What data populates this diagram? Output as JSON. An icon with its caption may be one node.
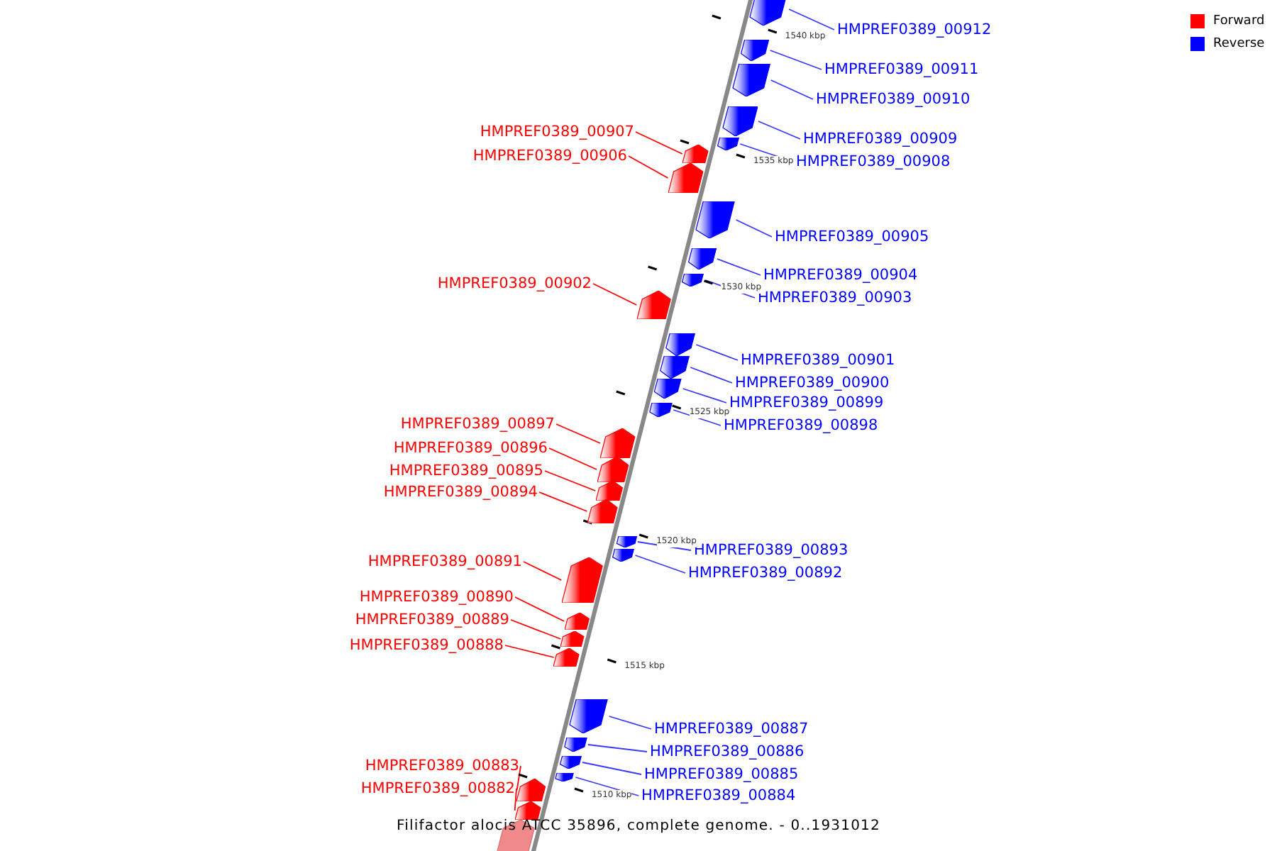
{
  "diagram": {
    "caption": "Filifactor alocis ATCC 35896, complete genome. - 0..1931012",
    "nodes": [
      {
        "text": [
          "HMPREF0389_00912"
        ]
      },
      {
        "text": [],
        "shape": "pentagon"
      },
      {
        "text": [
          "HMPREF0389_00911"
        ]
      },
      {
        "text": [],
        "shape": "pentagon"
      },
      {
        "text": [
          "HMPREF0389_00910"
        ]
      },
      {
        "text": [],
        "shape": "pentagon"
      },
      {
        "text": [
          "HMPREF0389_00907"
        ]
      },
      {
        "text": [],
        "shape": "pentagon"
      },
      {
        "text": [
          "HMPREF0389_00909"
        ]
      },
      {
        "text": [],
        "shape": "pentagon"
      },
      {
        "text": [
          "HMPREF0389_00906"
        ]
      },
      {
        "text": [],
        "shape": "pentagon"
      },
      {
        "text": [
          "HMPREF0389_00908"
        ]
      },
      {
        "text": [],
        "shape": "pentagon"
      },
      {
        "text": [
          "HMPREF0389_00905"
        ]
      },
      {
        "text": [],
        "shape": "pentagon"
      },
      {
        "text": [
          "HMPREF0389_00904"
        ]
      },
      {
        "text": [],
        "shape": "pentagon"
      },
      {
        "text": [
          "HMPREF0389_00902"
        ]
      },
      {
        "text": [],
        "shape": "pentagon"
      },
      {
        "text": [
          "HMPREF0389_00903"
        ]
      },
      {
        "text": [],
        "shape": "pentagon"
      },
      {
        "text": [
          "HMPREF0389_00901"
        ]
      },
      {
        "text": [],
        "shape": "pentagon"
      },
      {
        "text": [
          "HMPREF0389_00900"
        ]
      },
      {
        "text": [],
        "shape": "pentagon"
      },
      {
        "text": [
          "HMPREF0389_00899"
        ]
      },
      {
        "text": [],
        "shape": "pentagon"
      },
      {
        "text": [
          "HMPREF0389_00897"
        ]
      },
      {
        "text": [],
        "shape": "pentagon"
      },
      {
        "text": [
          "HMPREF0389_00898"
        ]
      },
      {
        "text": [],
        "shape": "pentagon"
      },
      {
        "text": [
          "HMPREF0389_00896"
        ]
      },
      {
        "text": [],
        "shape": "pentagon"
      },
      {
        "text": [
          "HMPREF0389_00895"
        ]
      },
      {
        "text": [],
        "shape": "pentagon"
      },
      {
        "text": [
          "HMPREF0389_00894"
        ]
      },
      {
        "text": [],
        "shape": "pentagon"
      },
      {
        "text": [
          "HMPREF0389_00893"
        ]
      },
      {
        "text": [],
        "shape": "pentagon"
      },
      {
        "text": [
          "HMPREF0389_00891"
        ]
      },
      {
        "text": [],
        "shape": "pentagon"
      },
      {
        "text": [
          "HMPREF0389_00892"
        ]
      },
      {
        "text": [],
        "shape": "pentagon"
      },
      {
        "text": [
          "HMPREF0389_00890"
        ]
      },
      {
        "text": [],
        "shape": "pentagon"
      },
      {
        "text": [
          "HMPREF0389_00889"
        ]
      },
      {
        "text": [],
        "shape": "pentagon"
      },
      {
        "text": [
          "HMPREF0389_00888"
        ]
      },
      {
        "text": [],
        "shape": "pentagon"
      },
      {
        "text": [
          "HMPREF0389_00887"
        ]
      },
      {
        "text": [],
        "shape": "pentagon"
      },
      {
        "text": [
          "HMPREF0389_00886"
        ]
      },
      {
        "text": [],
        "shape": "pentagon"
      },
      {
        "text": [
          "HMPREF0389_00883"
        ]
      },
      {
        "text": [],
        "shape": "pentagon"
      },
      {
        "text": [
          "HMPREF0389_00885"
        ]
      },
      {
        "text": [],
        "shape": "pentagon"
      },
      {
        "text": [
          "HMPREF0389_00882"
        ]
      },
      {
        "text": [],
        "shape": "pentagon"
      },
      {
        "text": [
          "HMPREF0389_00884"
        ]
      },
      {
        "text": [],
        "shape": "pentagon"
      },
      {
        "text": [],
        "shape": "pentagon"
      }
    ],
    "edges": [
      {
        "from": 0,
        "to": 1,
        "arrow": "none"
      },
      {
        "from": 2,
        "to": 3,
        "arrow": "none"
      },
      {
        "from": 4,
        "to": 5,
        "arrow": "none"
      },
      {
        "from": 6,
        "to": 7,
        "arrow": "none",
        "color": "#ff0000"
      },
      {
        "from": 8,
        "to": 9,
        "arrow": "none"
      },
      {
        "from": 10,
        "to": 11,
        "arrow": "none",
        "color": "#ff0000"
      },
      {
        "from": 12,
        "to": 13,
        "arrow": "none"
      },
      {
        "from": 14,
        "to": 15,
        "arrow": "none"
      },
      {
        "from": 16,
        "to": 17,
        "arrow": "none"
      },
      {
        "from": 18,
        "to": 19,
        "arrow": "none",
        "color": "#ff0000"
      },
      {
        "from": 20,
        "to": 21,
        "arrow": "none"
      },
      {
        "from": 22,
        "to": 23,
        "arrow": "none"
      },
      {
        "from": 24,
        "to": 25,
        "arrow": "none"
      },
      {
        "from": 26,
        "to": 27,
        "arrow": "none"
      },
      {
        "from": 28,
        "to": 29,
        "arrow": "none",
        "color": "#ff0000"
      },
      {
        "from": 30,
        "to": 31,
        "arrow": "none"
      },
      {
        "from": 32,
        "to": 33,
        "arrow": "none",
        "color": "#ff0000"
      },
      {
        "from": 34,
        "to": 35,
        "arrow": "none",
        "color": "#ff0000"
      },
      {
        "from": 36,
        "to": 37,
        "arrow": "none",
        "color": "#ff0000"
      },
      {
        "from": 38,
        "to": 39,
        "arrow": "none"
      },
      {
        "from": 40,
        "to": 41,
        "arrow": "none",
        "color": "#ff0000"
      },
      {
        "from": 42,
        "to": 43,
        "arrow": "none"
      },
      {
        "from": 44,
        "to": 45,
        "arrow": "none",
        "color": "#ff0000"
      },
      {
        "from": 46,
        "to": 47,
        "arrow": "none",
        "color": "#ff0000"
      },
      {
        "from": 48,
        "to": 49,
        "arrow": "none",
        "color": "#ff0000"
      },
      {
        "from": 50,
        "to": 51,
        "arrow": "none"
      },
      {
        "from": 52,
        "to": 53,
        "arrow": "none"
      },
      {
        "from": 54,
        "to": 55,
        "arrow": "none",
        "color": "#ff0000"
      },
      {
        "from": 56,
        "to": 57,
        "arrow": "none"
      },
      {
        "from": 58,
        "to": 59,
        "arrow": "none",
        "color": "#ff0000"
      },
      {
        "from": 60,
        "to": 61,
        "arrow": "none"
      }
    ],
    "labels": [
      "1540 kbp",
      "1535 kbp",
      "1530 kbp",
      "1525 kbp",
      "1520 kbp",
      "1515 kbp",
      "1510 kbp"
    ],
    "legend": [
      {
        "text": "Forward",
        "color": "#ff0000"
      },
      {
        "text": "Reverse",
        "color": "#0000ff"
      }
    ]
  }
}
